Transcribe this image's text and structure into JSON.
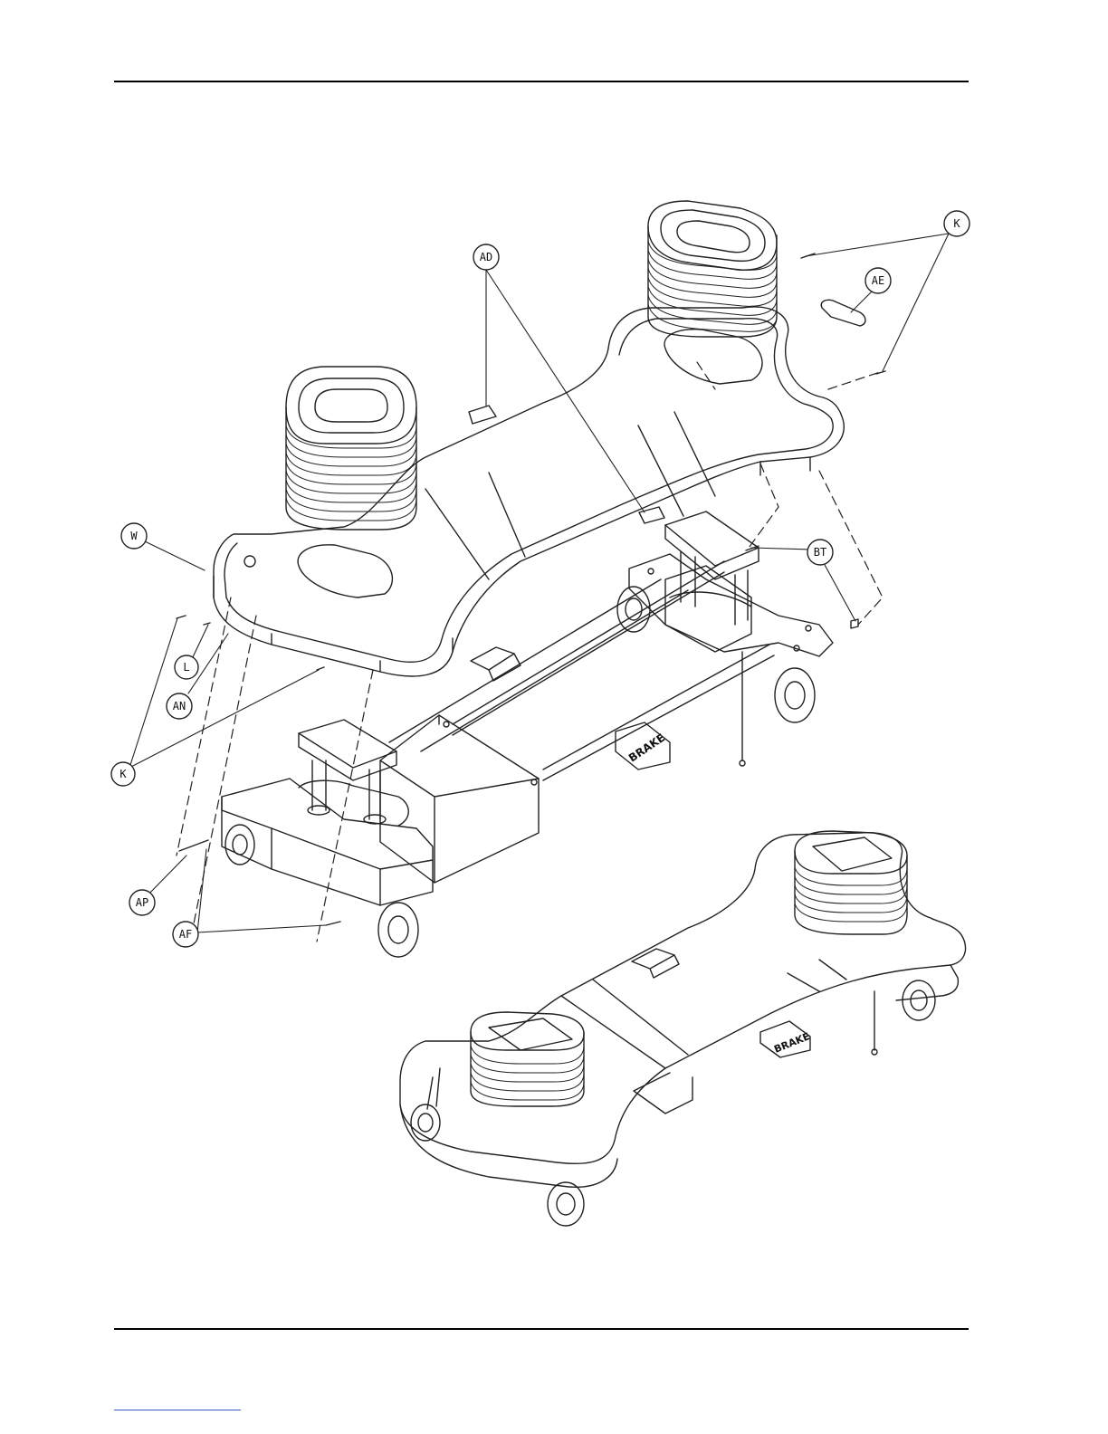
{
  "diagram": {
    "callouts": [
      {
        "id": "ad",
        "label": "AD"
      },
      {
        "id": "k-top",
        "label": "K"
      },
      {
        "id": "ae",
        "label": "AE"
      },
      {
        "id": "w",
        "label": "W"
      },
      {
        "id": "bt",
        "label": "BT"
      },
      {
        "id": "l",
        "label": "L"
      },
      {
        "id": "an",
        "label": "AN"
      },
      {
        "id": "k-left",
        "label": "K"
      },
      {
        "id": "ap",
        "label": "AP"
      },
      {
        "id": "af",
        "label": "AF"
      }
    ],
    "brake_label_rear": "BRAKE",
    "brake_label_assembled": "BRAKE"
  }
}
